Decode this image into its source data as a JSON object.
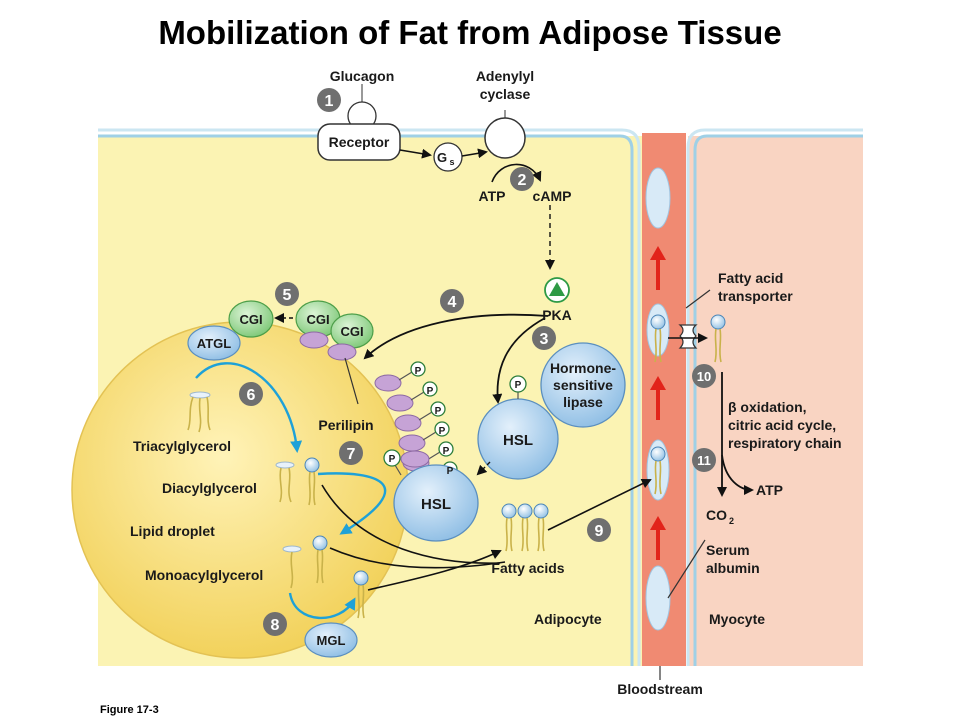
{
  "title": "Mobilization of Fat from Adipose Tissue",
  "caption": "Figure 17-3",
  "labels": {
    "glucagon": "Glucagon",
    "adenylyl_1": "Adenylyl",
    "adenylyl_2": "cyclase",
    "receptor": "Receptor",
    "gs": "G",
    "gs_sub": "s",
    "atp": "ATP",
    "camp": "cAMP",
    "pka": "PKA",
    "cgi": "CGI",
    "atgl": "ATGL",
    "perilipin": "Perilipin",
    "p": "P",
    "hsl": "HSL",
    "hormone_1": "Hormone-",
    "hormone_2": "sensitive",
    "hormone_3": "lipase",
    "triacylglycerol": "Triacylglycerol",
    "diacylglycerol": "Diacylglycerol",
    "lipid_droplet": "Lipid droplet",
    "monoacylglycerol": "Monoacylglycerol",
    "mgl": "MGL",
    "fatty_acids": "Fatty acids",
    "adipocyte": "Adipocyte",
    "myocyte": "Myocyte",
    "bloodstream": "Bloodstream",
    "fa_transporter_1": "Fatty acid",
    "fa_transporter_2": "transporter",
    "beta_1": "β oxidation,",
    "beta_2": "citric acid cycle,",
    "beta_3": "respiratory chain",
    "atp_out": "ATP",
    "co2": "CO",
    "co2_sub": "2",
    "serum_1": "Serum",
    "serum_2": "albumin"
  },
  "steps": [
    "1",
    "2",
    "3",
    "4",
    "5",
    "6",
    "7",
    "8",
    "9",
    "10",
    "11"
  ],
  "colors": {
    "adipocyte_fill": "#fbf3b3",
    "droplet_fill": "#f8dc6c",
    "myocyte_fill": "#f9d4c2",
    "vessel_fill": "#f08a72",
    "enzyme_blue": "#a9cdea",
    "cgi_green": "#9fd79a",
    "perilipin_purple": "#c6a3d6",
    "step_badge": "#6f6f6f",
    "flow_blue": "#1ea1d8",
    "flow_red": "#e2231a",
    "pka_green": "#2e9a45"
  },
  "icons": [
    "pka-triangle-icon",
    "phosphate-icon",
    "fatty-acid-icon",
    "red-arrow-icon"
  ]
}
